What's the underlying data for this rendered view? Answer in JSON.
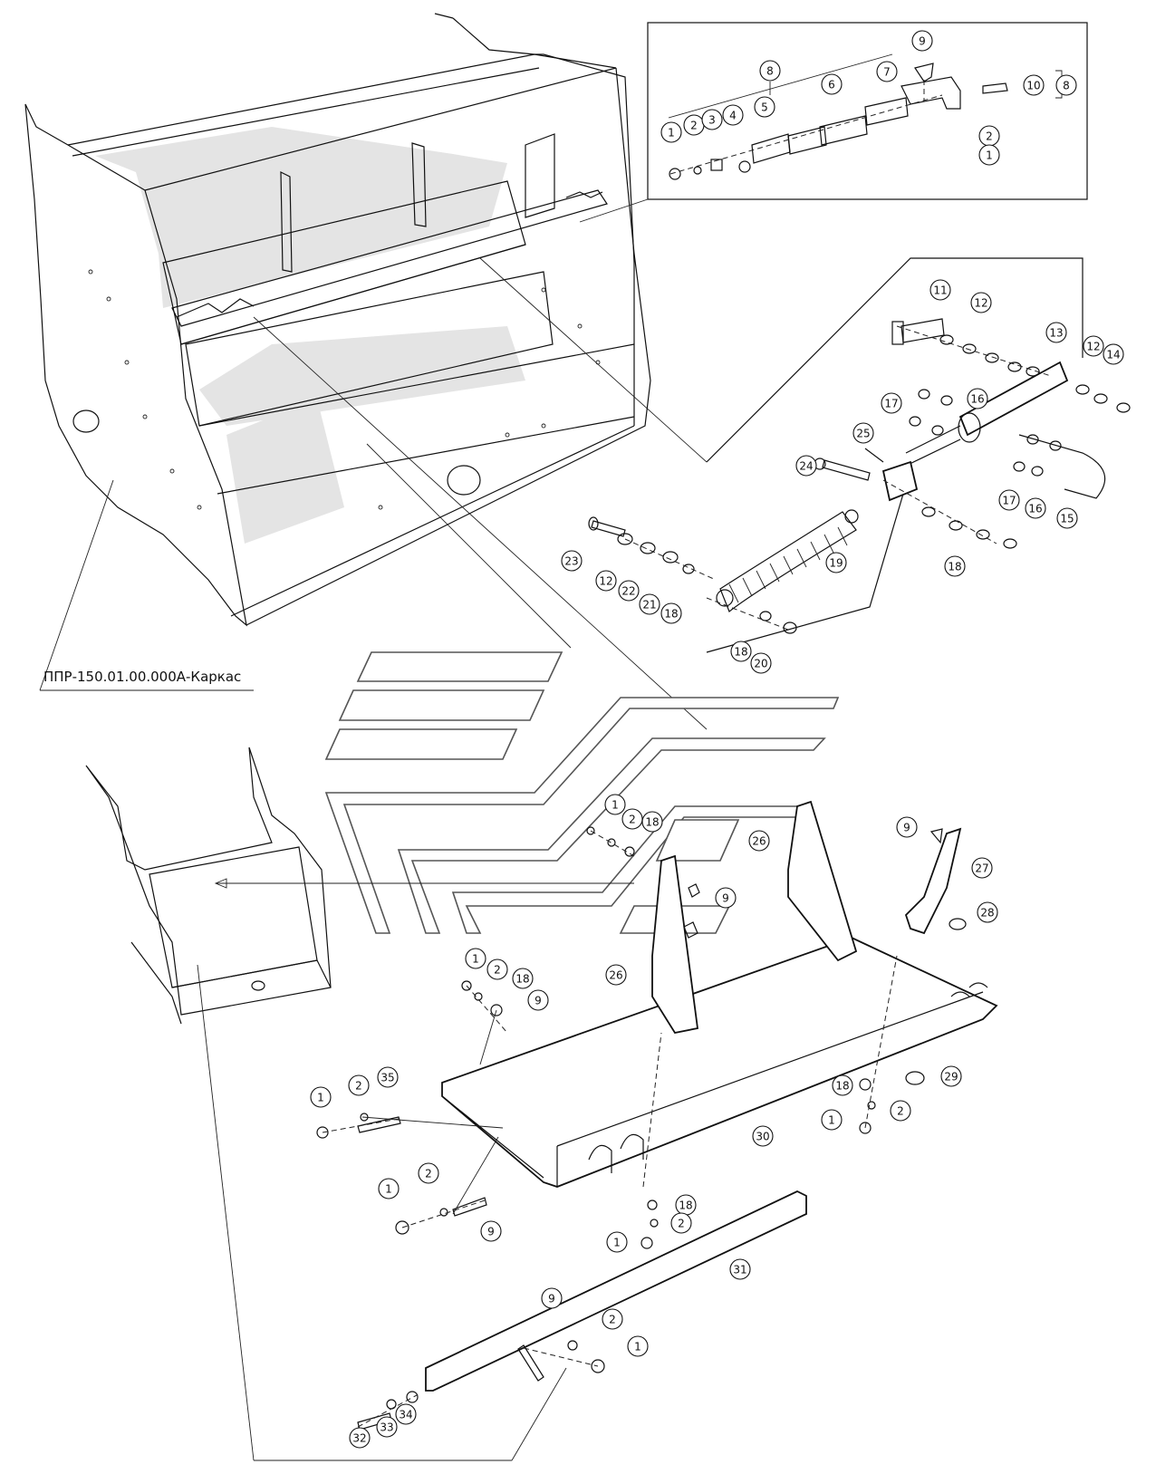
{
  "caption": "ППР-150.01.00.000А-Каркас",
  "callout_labels": {
    "inset": [
      "9",
      "8",
      "7",
      "6",
      "5",
      "1",
      "2",
      "3",
      "4",
      "10",
      "8",
      "2",
      "1"
    ],
    "cylinder": [
      "11",
      "12",
      "13",
      "12",
      "14",
      "16",
      "17",
      "25",
      "24",
      "17",
      "16",
      "15",
      "23",
      "12",
      "22",
      "21",
      "18",
      "19",
      "18",
      "18",
      "20"
    ],
    "lower": [
      "1",
      "2",
      "18",
      "26",
      "9",
      "9",
      "27",
      "28",
      "26",
      "1",
      "2",
      "18",
      "9",
      "29",
      "1",
      "2",
      "35",
      "18",
      "1",
      "2",
      "30",
      "1",
      "2",
      "9",
      "18",
      "2",
      "1",
      "31",
      "9",
      "2",
      "1",
      "32",
      "33",
      "34"
    ]
  }
}
